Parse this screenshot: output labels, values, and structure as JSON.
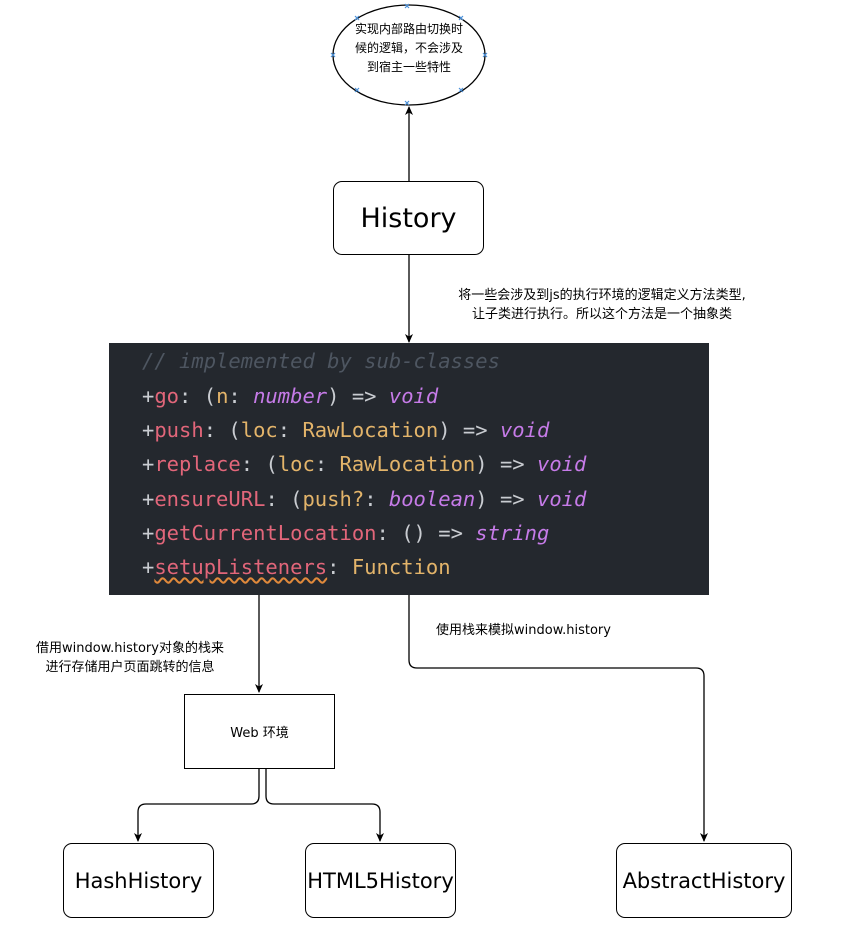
{
  "nodes": {
    "ellipse_note": {
      "lines": [
        "实现内部路由切换时",
        "候的逻辑，不会涉及",
        "到宿主一些特性"
      ]
    },
    "history": "History",
    "web_env": "Web 环境",
    "hash_history": "HashHistory",
    "html5_history": "HTML5History",
    "abstract_history": "AbstractHistory"
  },
  "edge_labels": {
    "history_to_code": [
      "将一些会涉及到js的执行环境的逻辑定义方法类型,",
      "让子类进行执行。所以这个方法是一个抽象类"
    ],
    "code_to_web": [
      "借用window.history对象的栈来",
      "进行存储用户页面跳转的信息"
    ],
    "code_to_abstract": "使用栈来模拟window.history"
  },
  "code": {
    "comment": "// implemented by sub-classes",
    "members": [
      {
        "plus": "+",
        "name": "go",
        "sep": ": ",
        "open": "(",
        "param": "n",
        "colon": ": ",
        "ptype": "number",
        "close": ")",
        "arrow": " => ",
        "ret": "void"
      },
      {
        "plus": "+",
        "name": "push",
        "sep": ": ",
        "open": "(",
        "param": "loc",
        "colon": ": ",
        "ptype": "RawLocation",
        "close": ")",
        "arrow": " => ",
        "ret": "void"
      },
      {
        "plus": "+",
        "name": "replace",
        "sep": ": ",
        "open": "(",
        "param": "loc",
        "colon": ": ",
        "ptype": "RawLocation",
        "close": ")",
        "arrow": " => ",
        "ret": "void"
      },
      {
        "plus": "+",
        "name": "ensureURL",
        "sep": ": ",
        "open": "(",
        "param": "push?",
        "colon": ": ",
        "ptype": "boolean",
        "close": ")",
        "arrow": " => ",
        "ret": "void"
      },
      {
        "plus": "+",
        "name": "getCurrentLocation",
        "sep": ": ",
        "open": "(",
        "param": "",
        "colon": "",
        "ptype": "",
        "close": ")",
        "arrow": " => ",
        "ret": "string"
      },
      {
        "plus": "+",
        "name": "setupListeners",
        "sep": ": ",
        "type": "Function"
      }
    ]
  },
  "colors": {
    "code_bg": "#24282e",
    "comment": "#4e5661",
    "member_name": "#e2667a",
    "param": "#e3b46a",
    "type": "#c67be8",
    "ellipse_marker": "#4a90d9"
  }
}
